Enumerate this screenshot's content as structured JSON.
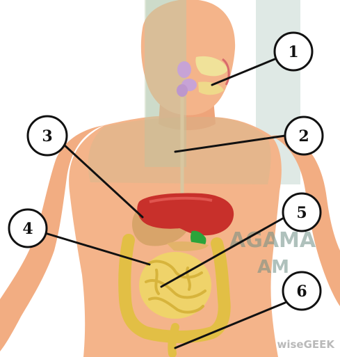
{
  "labels": [
    "1",
    "2",
    "3",
    "4",
    "5",
    "6"
  ],
  "watermark": {
    "line1": "AGAMA",
    "line2": "AM"
  },
  "credit": "wiseGEEK",
  "colors": {
    "skin": "#f4b48a",
    "skin_shadow": "#ef9f75",
    "liver": "#c8302b",
    "intestine": "#e9c94b",
    "gallbladder": "#2aa43a",
    "salivary": "#c7a3d6",
    "watermark": "#7f9f95"
  }
}
